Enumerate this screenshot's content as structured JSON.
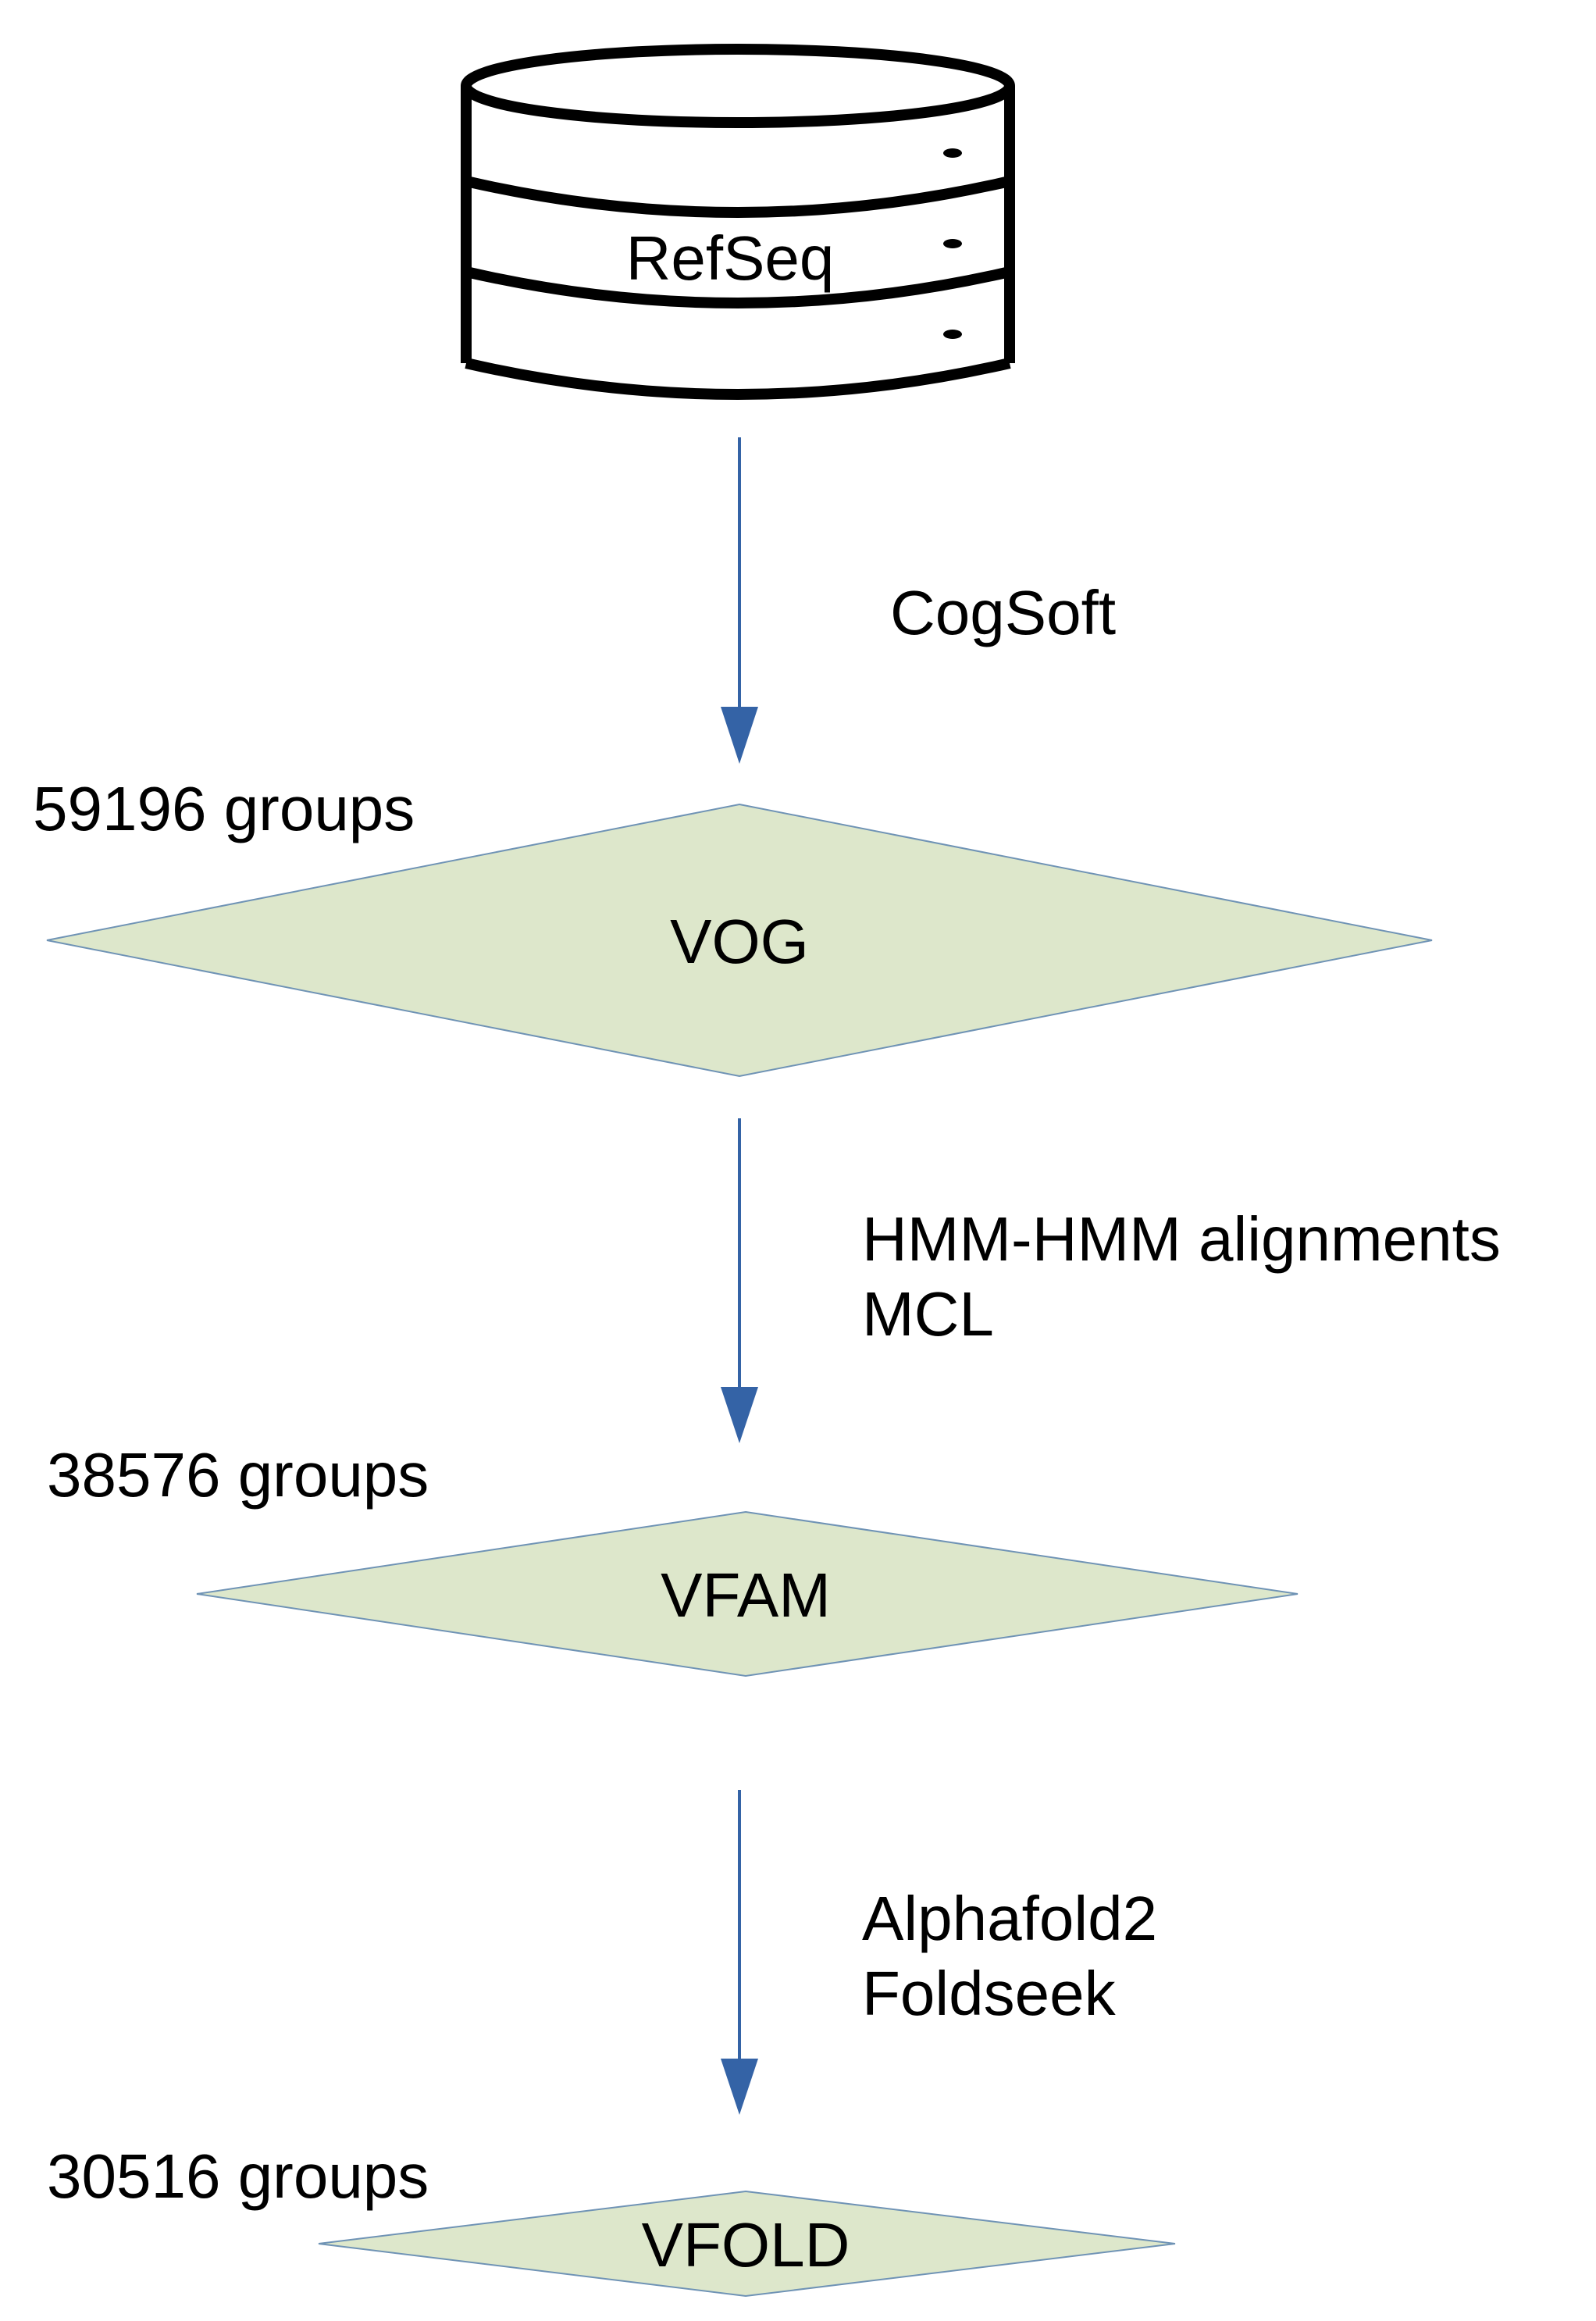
{
  "source": {
    "label": "RefSeq",
    "icon": "database-icon"
  },
  "steps": [
    {
      "tool_lines": [
        "CogSoft"
      ]
    },
    {
      "tool_lines": [
        "HMM-HMM alignments",
        "MCL"
      ]
    },
    {
      "tool_lines": [
        "Alphafold2",
        "Foldseek"
      ]
    }
  ],
  "nodes": [
    {
      "label": "VOG",
      "count": "59196 groups"
    },
    {
      "label": "VFAM",
      "count": "38576 groups"
    },
    {
      "label": "VFOLD",
      "count": "30516 groups"
    }
  ],
  "colors": {
    "arrow": "#3463a6",
    "diamond_fill": "#dde7cb",
    "diamond_stroke": "#6f93b5",
    "text": "#000000",
    "db_stroke": "#000000"
  }
}
